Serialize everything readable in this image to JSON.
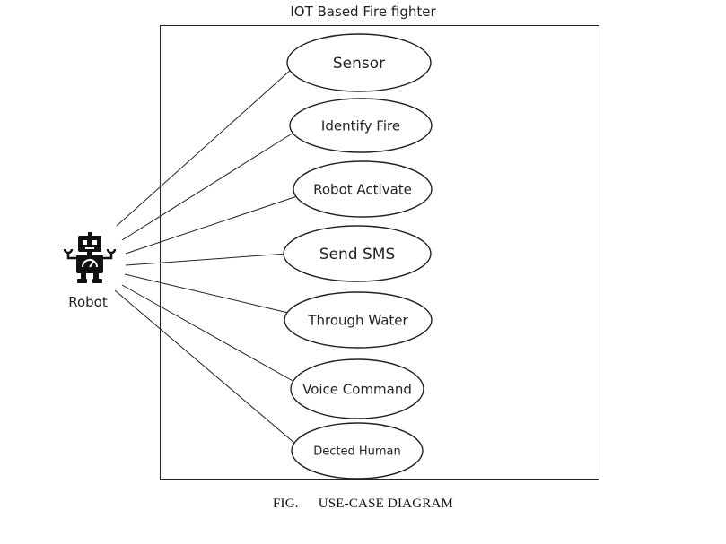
{
  "diagram": {
    "title": "IOT Based Fire fighter",
    "actor": {
      "label": "Robot",
      "icon": "robot-icon"
    },
    "use_cases": [
      {
        "id": "sensor",
        "label": "Sensor"
      },
      {
        "id": "identify-fire",
        "label": "Identify Fire"
      },
      {
        "id": "robot-activate",
        "label": "Robot Activate"
      },
      {
        "id": "send-sms",
        "label": "Send SMS"
      },
      {
        "id": "through-water",
        "label": "Through Water"
      },
      {
        "id": "voice-command",
        "label": "Voice Command"
      },
      {
        "id": "dected-human",
        "label": "Dected Human"
      }
    ]
  },
  "caption": {
    "fig": "FIG.",
    "text": "USE-CASE DIAGRAM"
  }
}
